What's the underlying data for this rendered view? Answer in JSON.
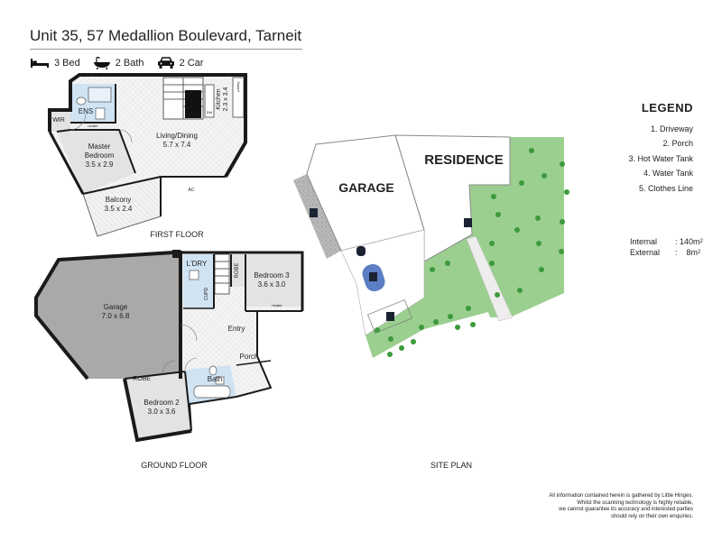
{
  "header": {
    "title": "Unit 35, 57 Medallion Boulevard, Tarneit",
    "features": [
      {
        "icon": "bed-icon",
        "label": "3 Bed"
      },
      {
        "icon": "bath-icon",
        "label": "2 Bath"
      },
      {
        "icon": "car-icon",
        "label": "2 Car"
      }
    ]
  },
  "first_floor": {
    "caption": "FIRST FLOOR",
    "rooms": {
      "ens": "ENS",
      "wir": "WIR",
      "master_name": "Master",
      "master_name2": "Bedroom",
      "master_size": "3.5 x 2.9",
      "living_name": "Living/Dining",
      "living_size": "5.7 x 7.4",
      "kitchen_name": "Kitchen",
      "kitchen_size": "2.3 x 3.4",
      "balcony_name": "Balcony",
      "balcony_size": "3.5 x 2.4",
      "dw": "DW",
      "ac": "AC",
      "heater": "heater",
      "pantry": "pantry"
    }
  },
  "ground_floor": {
    "caption": "GROUND FLOOR",
    "rooms": {
      "garage_name": "Garage",
      "garage_size": "7.0 x 6.8",
      "ldry": "L'DRY",
      "cupd": "CUPD",
      "robe": "ROBE",
      "bed3_name": "Bedroom 3",
      "bed3_size": "3.6 x 3.0",
      "entry": "Entry",
      "porch": "Porch",
      "robe2": "ROBE",
      "bath": "Bath",
      "bed2_name": "Bedroom 2",
      "bed2_size": "3.0 x 3.6",
      "heater": "heater"
    }
  },
  "site_plan": {
    "caption": "SITE PLAN",
    "garage": "GARAGE",
    "residence": "RESIDENCE",
    "markers": [
      "1",
      "2",
      "3",
      "4",
      "5"
    ]
  },
  "legend": {
    "title": "LEGEND",
    "items": [
      "1. Driveway",
      "2. Porch",
      "3. Hot Water Tank",
      "4. Water Tank",
      "5. Clothes Line"
    ]
  },
  "areas": {
    "internal_label": "Internal",
    "internal_value": ": 140m",
    "external_label": "External",
    "external_value": ":    8m",
    "unit_sup": "2"
  },
  "disclaimer": [
    "All information contained herein is gathered by Little Hinges.",
    "Whilst the scanning technology is highly reliable,",
    "we cannot guarantee its accuracy and interested parties",
    "should rely on their own enquiries."
  ],
  "colors": {
    "wall": "#1a1a1a",
    "garage_fill": "#a9a9a9",
    "wet_area": "#cfe3f3",
    "room_fill": "#e3e3e3",
    "grass": "#9bcf8f",
    "tree": "#3c9a3c",
    "paving": "#b2b2b2",
    "marker": "#1a2233"
  }
}
